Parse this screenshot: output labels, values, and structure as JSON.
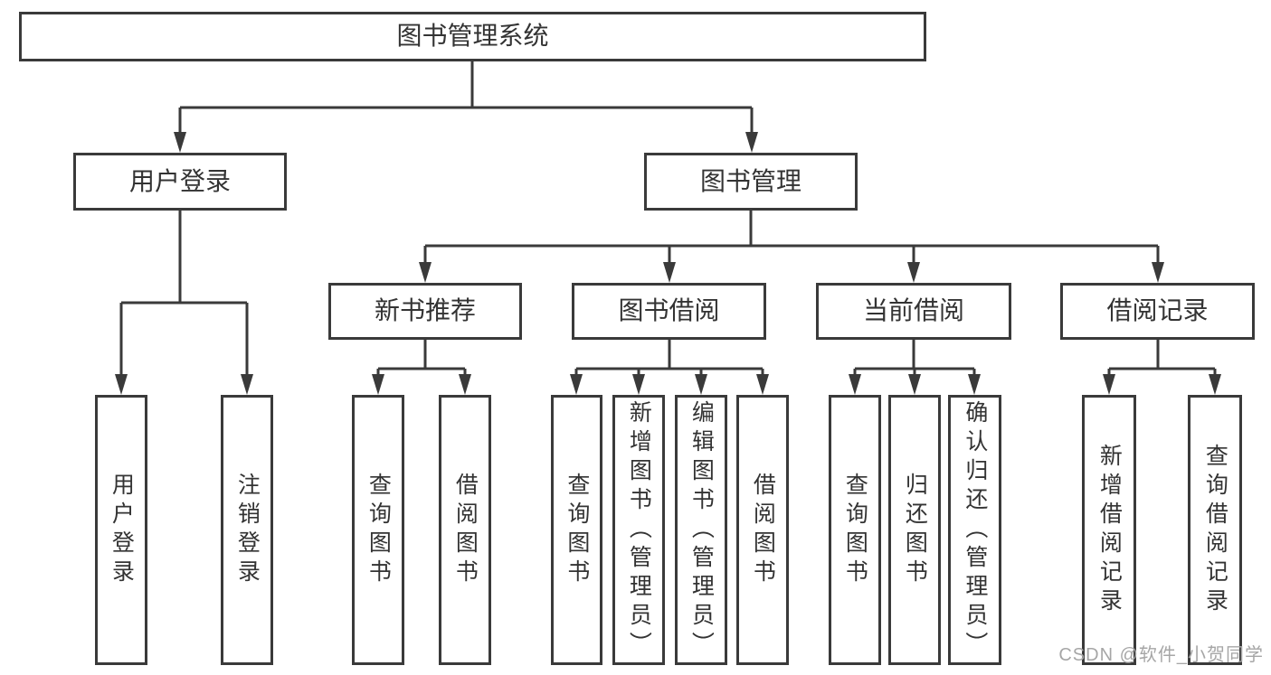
{
  "tree": {
    "root": {
      "label": "图书管理系统",
      "children": [
        {
          "label": "用户登录",
          "children": [
            {
              "label": "用户登录"
            },
            {
              "label": "注销登录"
            }
          ]
        },
        {
          "label": "图书管理",
          "children": [
            {
              "label": "新书推荐",
              "children": [
                {
                  "label": "查询图书"
                },
                {
                  "label": "借阅图书"
                }
              ]
            },
            {
              "label": "图书借阅",
              "children": [
                {
                  "label": "查询图书"
                },
                {
                  "label": "新增图书（管理员）"
                },
                {
                  "label": "编辑图书（管理员）"
                },
                {
                  "label": "借阅图书"
                }
              ]
            },
            {
              "label": "当前借阅",
              "children": [
                {
                  "label": "查询图书"
                },
                {
                  "label": "归还图书"
                },
                {
                  "label": "确认归还（管理员）"
                }
              ]
            },
            {
              "label": "借阅记录",
              "children": [
                {
                  "label": "新增借阅记录"
                },
                {
                  "label": "查询借阅记录"
                }
              ]
            }
          ]
        }
      ]
    }
  },
  "watermark": {
    "text": "CSDN @软件_小贺同学"
  },
  "colors": {
    "line": "#3a3a3a",
    "box_border": "#3a3a3a",
    "text": "#333333",
    "watermark": "#a6a6a6",
    "background": "#ffffff"
  }
}
